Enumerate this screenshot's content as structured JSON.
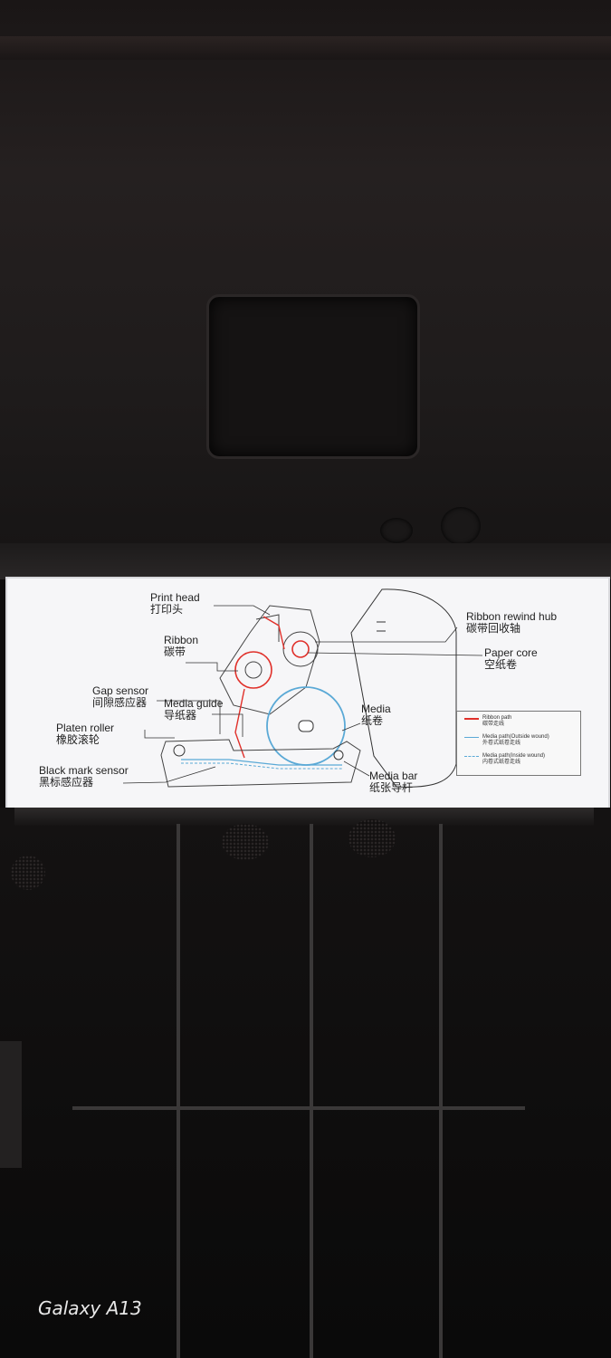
{
  "diagram": {
    "print_head": {
      "en": "Print head",
      "zh": "打印头"
    },
    "ribbon": {
      "en": "Ribbon",
      "zh": "碳带"
    },
    "gap_sensor": {
      "en": "Gap sensor",
      "zh": "间隙感应器"
    },
    "media_guide": {
      "en": "Media guide",
      "zh": "导纸器"
    },
    "platen_roller": {
      "en": "Platen roller",
      "zh": "橡胶滚轮"
    },
    "black_mark_sensor": {
      "en": "Black mark sensor",
      "zh": "黑标感应器"
    },
    "ribbon_rewind_hub": {
      "en": "Ribbon rewind hub",
      "zh": "碳带回收轴"
    },
    "paper_core": {
      "en": "Paper core",
      "zh": "空纸卷"
    },
    "media": {
      "en": "Media",
      "zh": "纸卷"
    },
    "media_bar": {
      "en": "Media bar",
      "zh": "纸张导杆"
    }
  },
  "legend": {
    "ribbon_path": {
      "en": "Ribbon path",
      "zh": "碳带走线",
      "color": "#e0302a"
    },
    "outside_wound": {
      "en": "Media path(Outside wound)",
      "zh": "外卷式纸卷走线",
      "color": "#5aa9d6"
    },
    "inside_wound": {
      "en": "Media path(Inside wound)",
      "zh": "内卷式纸卷走线",
      "color": "#5aa9d6"
    }
  },
  "watermark": "Galaxy A13"
}
